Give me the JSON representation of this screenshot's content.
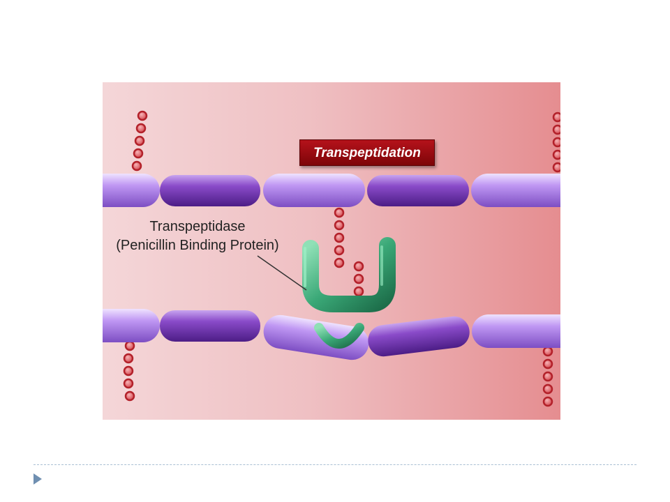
{
  "figure": {
    "title": "Transpeptidation",
    "enzyme_label": {
      "line1": "Transpeptidase",
      "line2": "(Penicillin Binding Protein)"
    }
  },
  "colors": {
    "background_left": "#f4d6d8",
    "background_right": "#e58d90",
    "sugar_light": "#b98ff0",
    "sugar_dark": "#7a3fb8",
    "peptide_bead": "#cc2a33",
    "enzyme": "#3dad7c",
    "banner": "#9b0b12"
  },
  "icons": {
    "footer": "triangle-bullet-icon"
  }
}
